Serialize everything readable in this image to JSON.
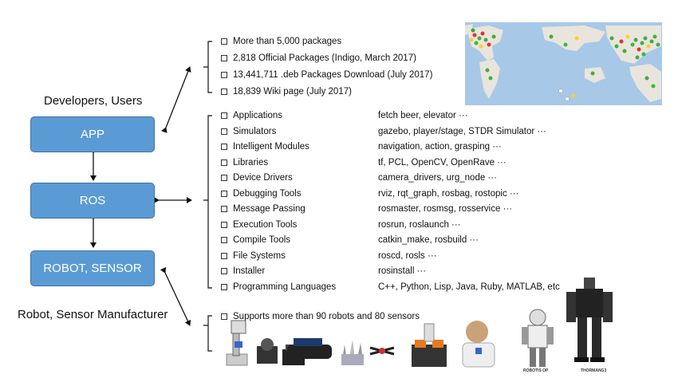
{
  "left": {
    "top_caption": "Developers, Users",
    "bottom_caption": "Robot, Sensor Manufacturer",
    "boxes": [
      "APP",
      "ROS",
      "ROBOT, SENSOR"
    ]
  },
  "stats": [
    "More than 5,000 packages",
    "2,818 Official Packages (Indigo, March 2017)",
    "13,441,711 .deb Packages Download (July 2017)",
    "18,839 Wiki page (July 2017)"
  ],
  "categories": [
    {
      "name": "Applications",
      "examples": "fetch beer, elevator ···"
    },
    {
      "name": "Simulators",
      "examples": "gazebo, player/stage, STDR Simulator ···"
    },
    {
      "name": "Intelligent Modules",
      "examples": "navigation, action, grasping ···"
    },
    {
      "name": "Libraries",
      "examples": "tf, PCL, OpenCV, OpenRave ···"
    },
    {
      "name": "Device Drivers",
      "examples": "camera_drivers, urg_node ···"
    },
    {
      "name": "Debugging Tools",
      "examples": "rviz, rqt_graph, rosbag, rostopic ···"
    },
    {
      "name": "Message Passing",
      "examples": "rosmaster, rosmsg, rosservice ···"
    },
    {
      "name": "Execution Tools",
      "examples": "rosrun, roslaunch ···"
    },
    {
      "name": "Compile Tools",
      "examples": "catkin_make, rosbuild ···"
    },
    {
      "name": "File Systems",
      "examples": "roscd, rosls ···"
    },
    {
      "name": "Installer",
      "examples": "rosinstall ···"
    },
    {
      "name": "Programming Languages",
      "examples": "C++, Python, Lisp, Java, Ruby, MATLAB, etc"
    }
  ],
  "robots": {
    "summary": "Supports more than 90 robots and 80 sensors",
    "captions": [
      "ROBOTIS OP",
      "THORMANG3"
    ]
  },
  "colors": {
    "box_fill": "#5b9bd5",
    "box_border": "#41719c",
    "arrow": "#111111"
  }
}
